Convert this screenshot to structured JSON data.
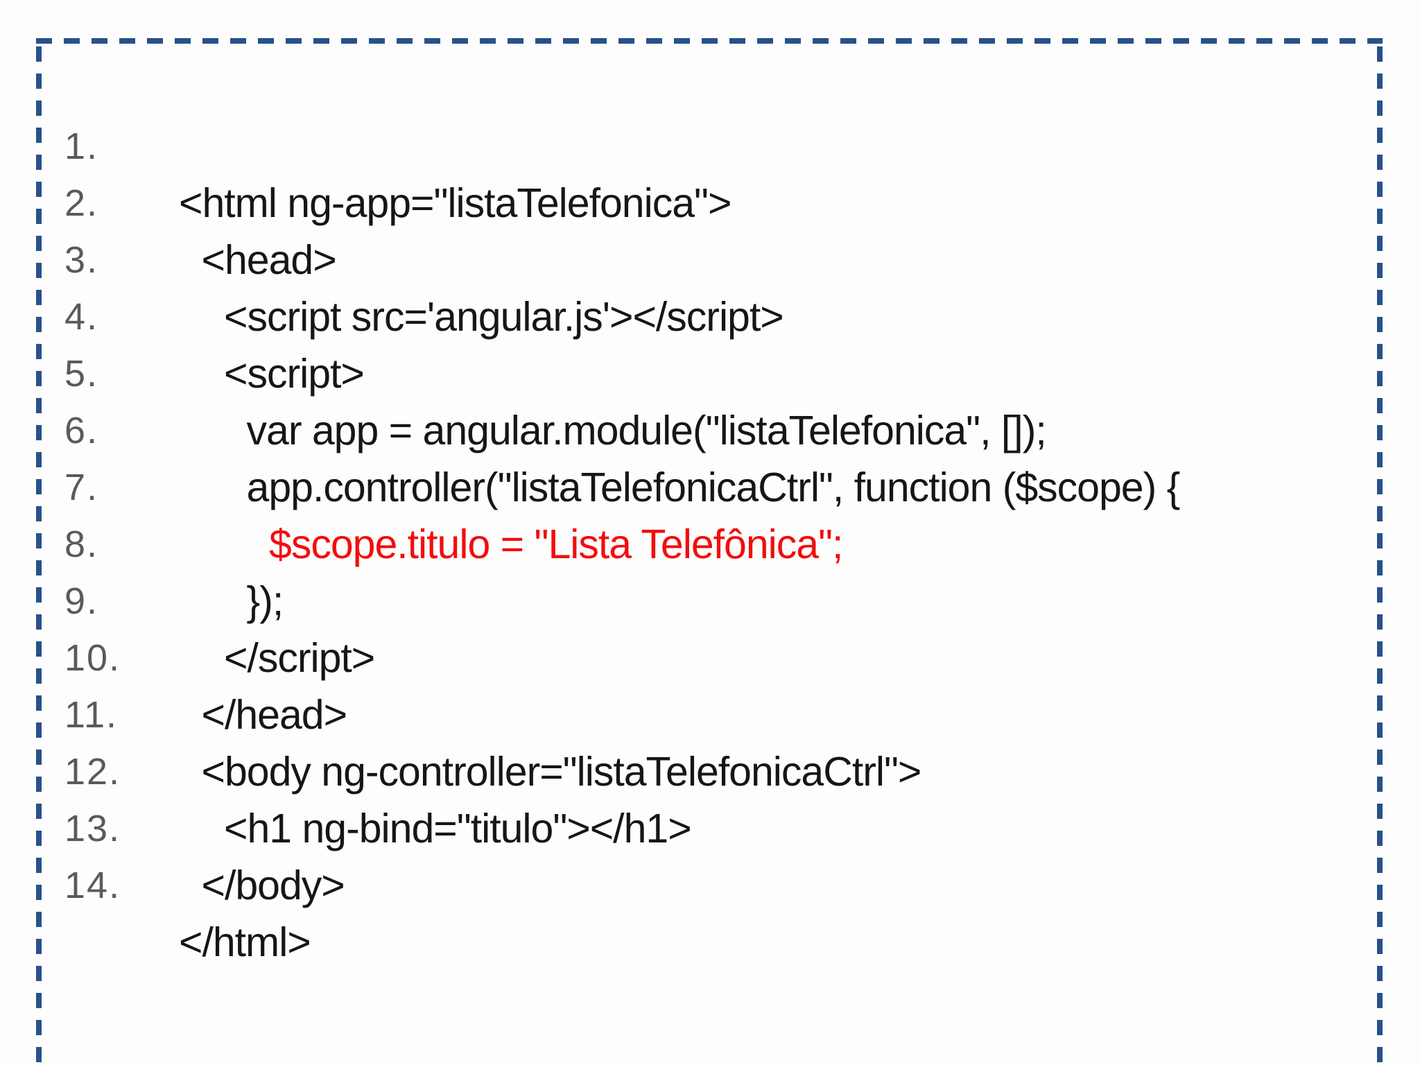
{
  "slide": {
    "background_color": "#fdfdfd",
    "border_color": "#28518a",
    "code_color": "#161616",
    "line_number_color": "#5a5a5a",
    "highlight_color": "#f20d0d"
  },
  "code": {
    "lines": [
      {
        "num": "1.",
        "text": "<html ng-app=\"listaTelefonica\">",
        "indent": 0,
        "highlight": false
      },
      {
        "num": "2.",
        "text": "<head>",
        "indent": 1,
        "highlight": false
      },
      {
        "num": "3.",
        "text": "<script src='angular.js'></script>",
        "indent": 2,
        "highlight": false
      },
      {
        "num": "4.",
        "text": "<script>",
        "indent": 2,
        "highlight": false
      },
      {
        "num": "5.",
        "text": "var app = angular.module(\"listaTelefonica\", []);",
        "indent": 3,
        "highlight": false
      },
      {
        "num": "6.",
        "text": "app.controller(\"listaTelefonicaCtrl\", function ($scope) {",
        "indent": 3,
        "highlight": false
      },
      {
        "num": "7.",
        "text": "$scope.titulo = \"Lista Telefônica\";",
        "indent": 4,
        "highlight": true
      },
      {
        "num": "8.",
        "text": "});",
        "indent": 3,
        "highlight": false
      },
      {
        "num": "9.",
        "text": "</script>",
        "indent": 2,
        "highlight": false
      },
      {
        "num": "10.",
        "text": "</head>",
        "indent": 1,
        "highlight": false
      },
      {
        "num": "11.",
        "text": "<body ng-controller=\"listaTelefonicaCtrl\">",
        "indent": 1,
        "highlight": false
      },
      {
        "num": "12.",
        "text": "<h1 ng-bind=\"titulo\"></h1>",
        "indent": 2,
        "highlight": false
      },
      {
        "num": "13.",
        "text": "</body>",
        "indent": 1,
        "highlight": false
      },
      {
        "num": "14.",
        "text": "</html>",
        "indent": 0,
        "highlight": false
      }
    ]
  }
}
